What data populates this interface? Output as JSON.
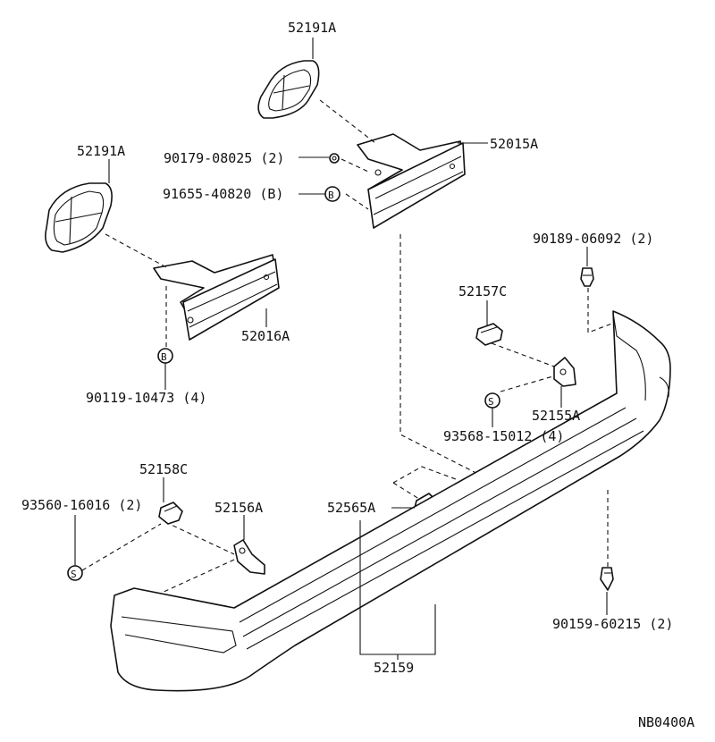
{
  "labels": {
    "p52191A_top": "52191A",
    "p52191A_left": "52191A",
    "p52015A": "52015A",
    "p52016A": "52016A",
    "p90179": "90179-08025 (2)",
    "p91655": "91655-40820 (B)",
    "p90119": "90119-10473 (4)",
    "p90189": "90189-06092 (2)",
    "p52157C": "52157C",
    "p52155A": "52155A",
    "p93568": "93568-15012 (4)",
    "p52158C": "52158C",
    "p93560": "93560-16016 (2)",
    "p52156A": "52156A",
    "p52565A": "52565A",
    "p52159": "52159",
    "p90159": "90159-60215 (2)",
    "code": "NB0400A"
  },
  "callouts": {
    "b_top": "B",
    "b_left": "B",
    "s_right": "S",
    "s_left": "S"
  }
}
